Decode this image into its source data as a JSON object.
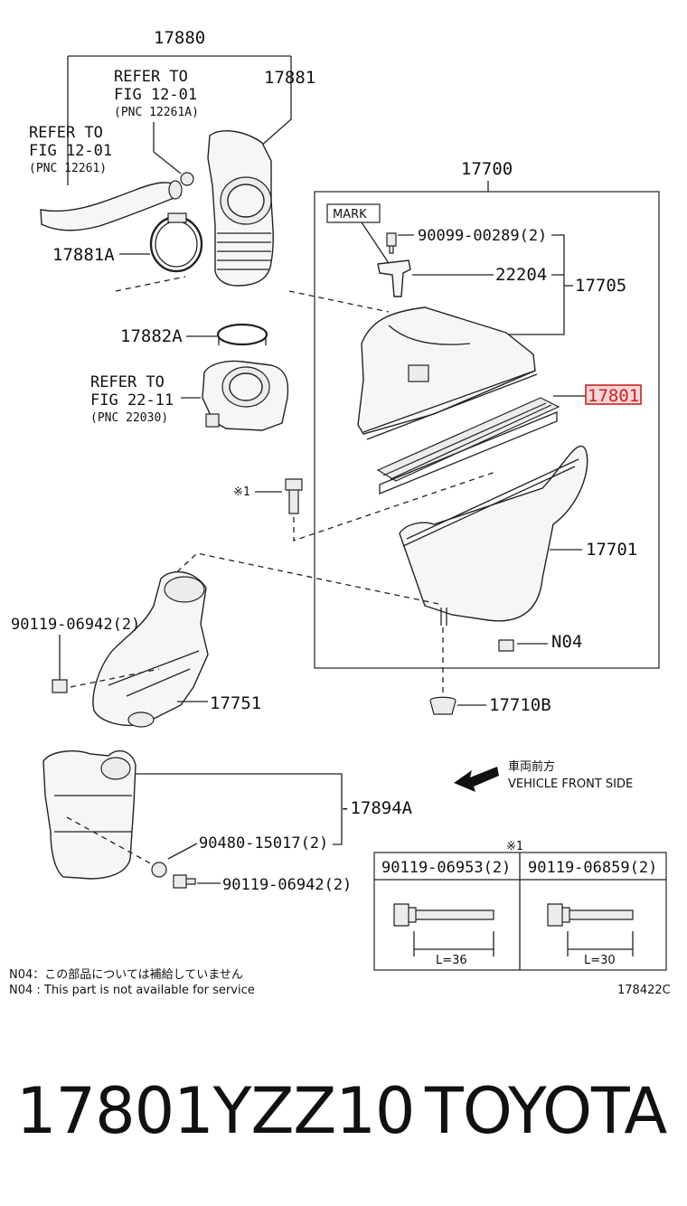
{
  "labels": {
    "p17880": "17880",
    "refer_fig1201_a_1": "REFER TO",
    "refer_fig1201_a_2": "FIG 12-01",
    "refer_fig1201_a_3": "(PNC 12261A)",
    "p17881": "17881",
    "refer_fig1201_b_1": "REFER TO",
    "refer_fig1201_b_2": "FIG 12-01",
    "refer_fig1201_b_3": "(PNC 12261)",
    "p17881A": "17881A",
    "p17700": "17700",
    "mark": "MARK",
    "p90099": "90099-00289(2)",
    "p22204": "22204",
    "p17705": "17705",
    "p17882A": "17882A",
    "refer_fig2211_1": "REFER TO",
    "refer_fig2211_2": "FIG 22-11",
    "refer_fig2211_3": "(PNC 22030)",
    "p17801": "17801",
    "star1_label": "※1",
    "p17701": "17701",
    "p90119_top": "90119-06942(2)",
    "pN04": "N04",
    "p17751": "17751",
    "p17710B": "17710B",
    "front_jp": "車両前方",
    "front_en": "VEHICLE FRONT SIDE",
    "p17894A": "-17894A",
    "p90480": "90480-15017(2)",
    "p90119_bottom": "90119-06942(2)",
    "table_star": "※1",
    "table_col1": "90119-06953(2)",
    "table_col2": "90119-06859(2)",
    "len1": "L=36",
    "len2": "L=30",
    "note_jp": "N04：この部品については補給していません",
    "note_en": "N04 : This part is not available for service",
    "fig_code": "178422C"
  },
  "footer": {
    "part_number": "17801YZZ10",
    "brand": "TOYOTA"
  },
  "colors": {
    "highlight": "#cc2222"
  }
}
